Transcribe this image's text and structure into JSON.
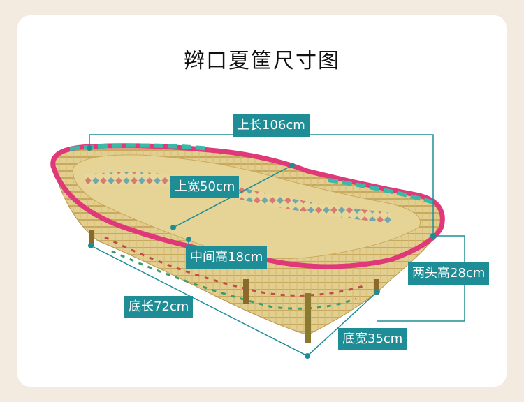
{
  "title": "辫口夏筐尺寸图",
  "labels": {
    "top_length": "上长106cm",
    "top_width": "上宽50cm",
    "mid_height": "中间高18cm",
    "end_height": "两头高28cm",
    "bottom_length": "底长72cm",
    "bottom_width": "底宽35cm"
  },
  "colors": {
    "dimension_line": "#1f8d96",
    "rim_pink": "#e0397a",
    "rim_teal": "#3bb8a8",
    "bamboo": "#d9c27c"
  }
}
